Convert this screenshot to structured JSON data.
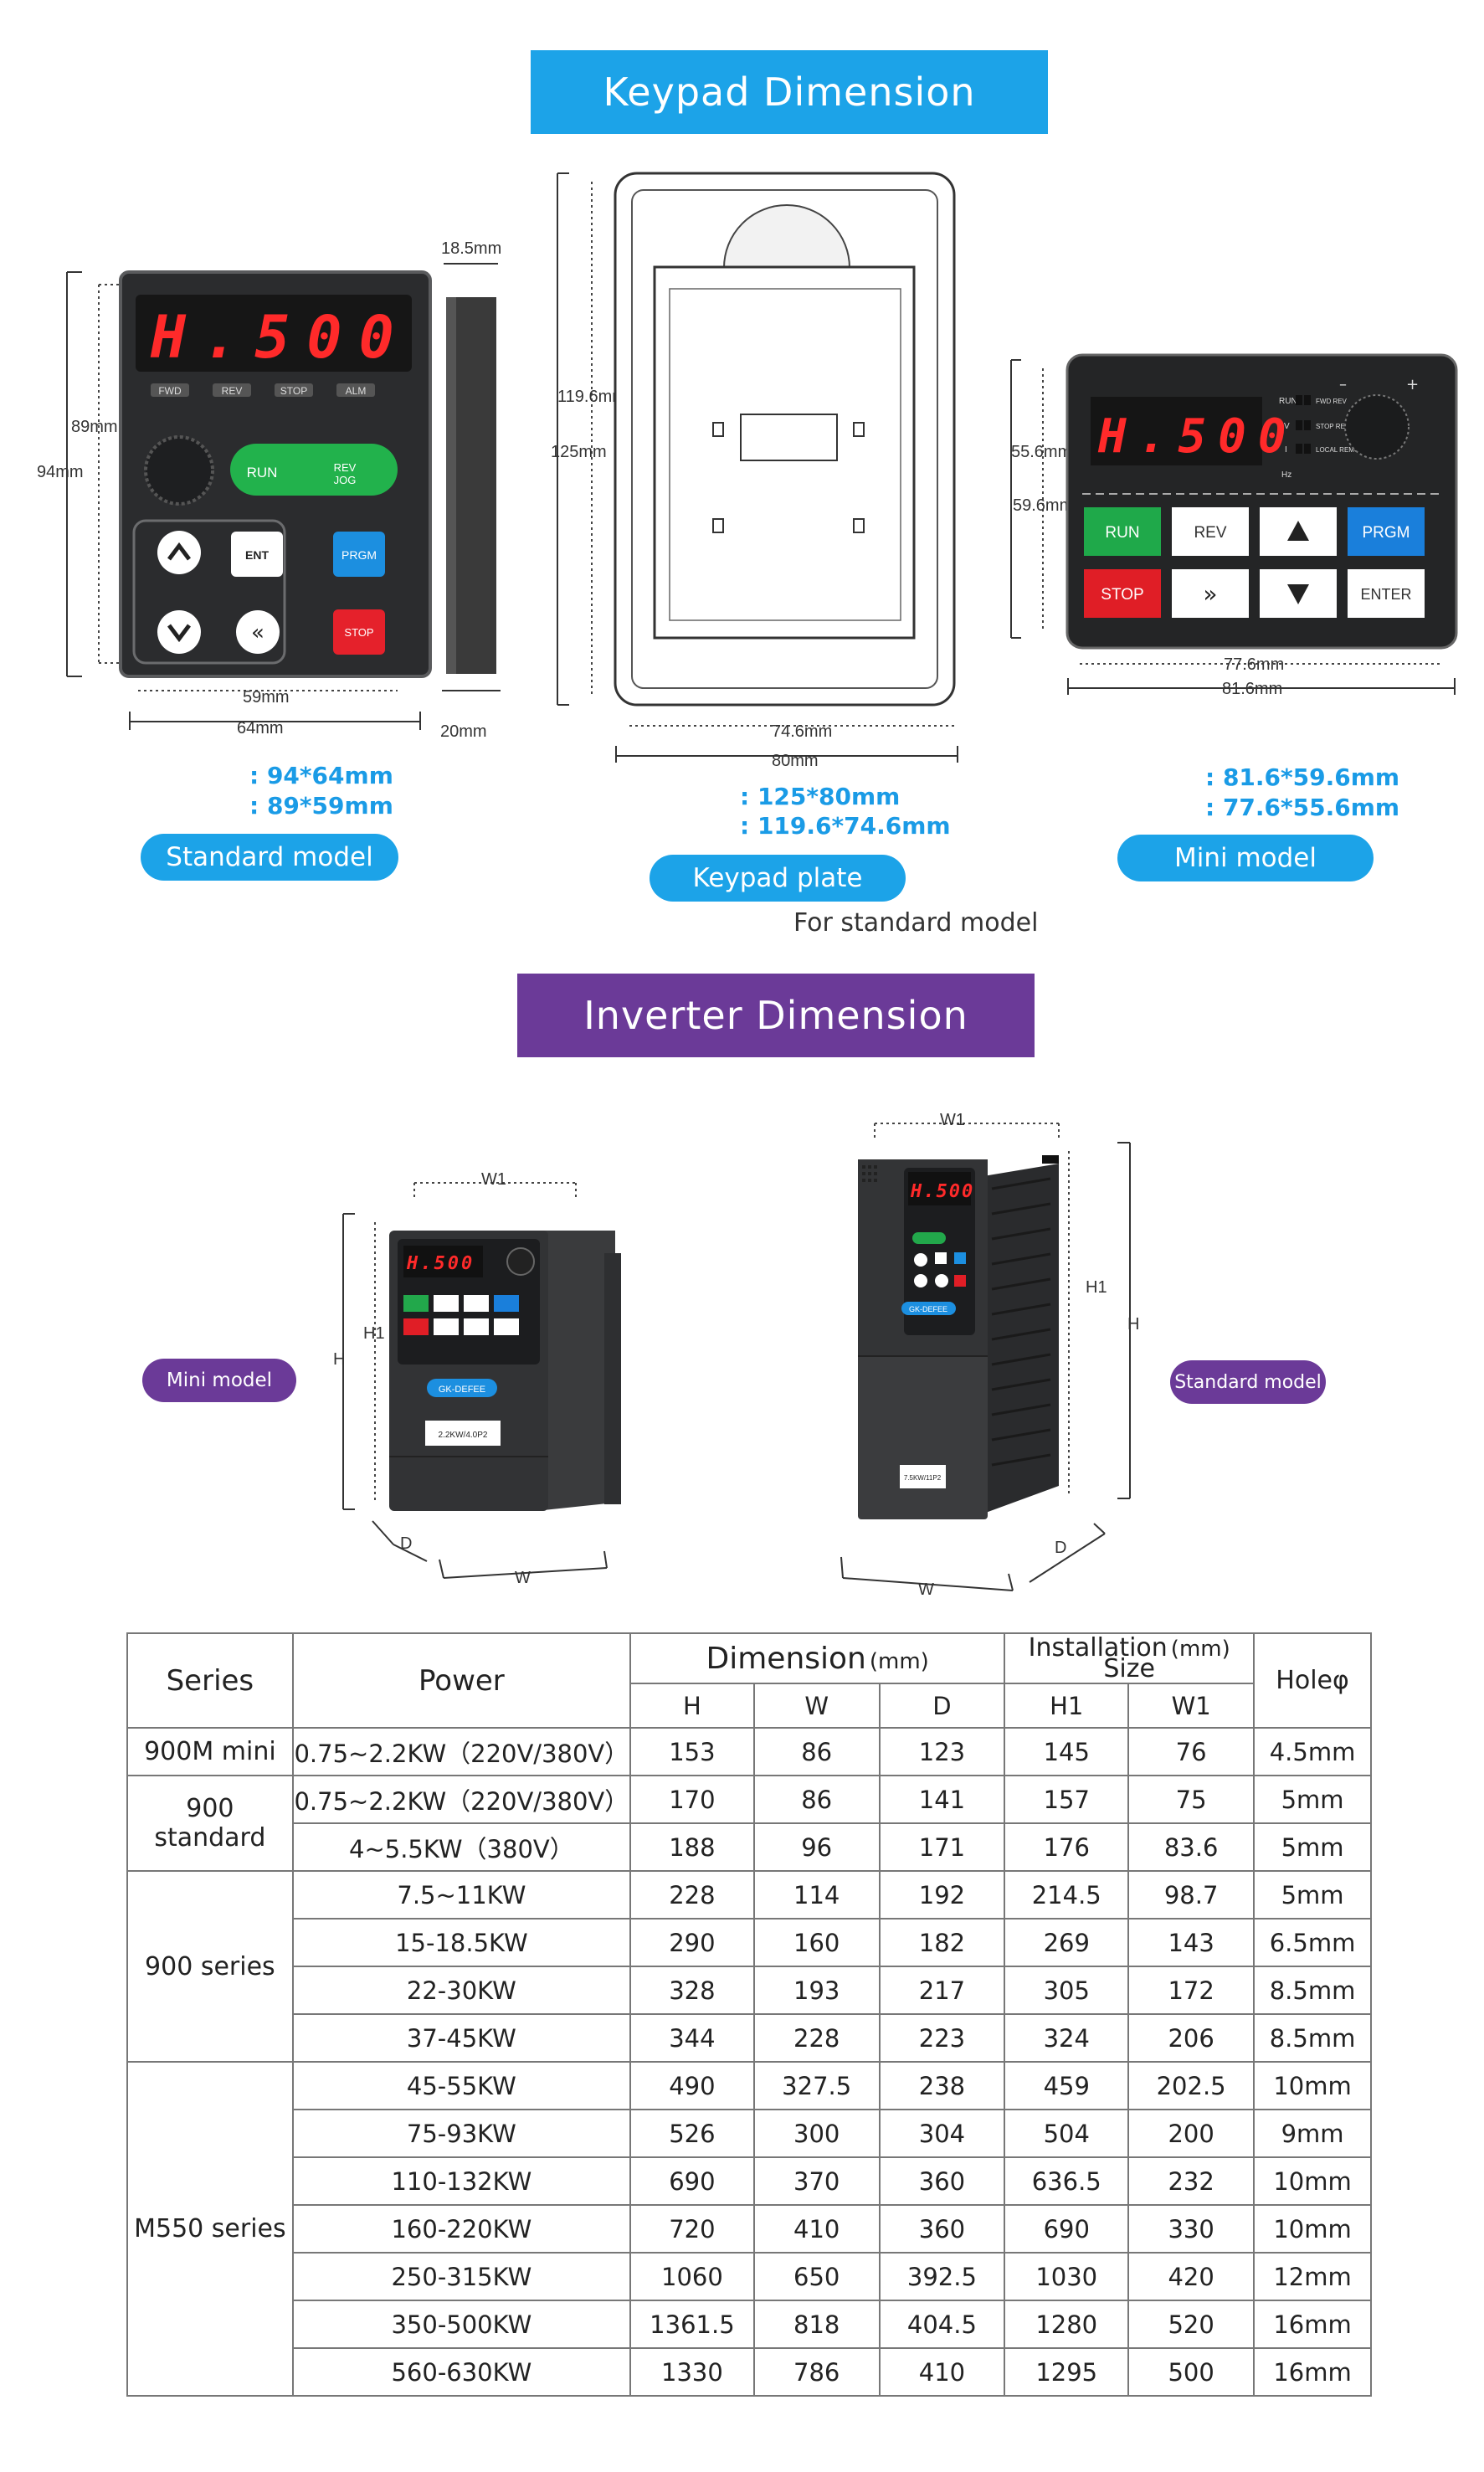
{
  "sections": {
    "keypad_title": "Keypad Dimension",
    "inverter_title": "Inverter Dimension"
  },
  "colors": {
    "keypad_banner": "#1ca3e8",
    "inverter_banner": "#6b3a98",
    "pill_blue": "#1ca3e8",
    "pill_purple": "#6b3a98",
    "spec_text": "#1a9be6"
  },
  "standard_keypad": {
    "display": "H.500",
    "indicators": [
      "FWD",
      "REV",
      "STOP",
      "ALM"
    ],
    "buttons": {
      "run": "RUN",
      "rev_jog": "REV JOG",
      "ent": "ENT",
      "prgm": "PRGM",
      "stop": "STOP"
    },
    "dims": {
      "height_outer": "94mm",
      "height_inner": "89mm",
      "width_inner": "59mm",
      "width_outer": "64mm",
      "depth_top": "18.5mm",
      "depth_bottom": "20mm"
    },
    "spec_lines": [
      ":  94*64mm",
      ":  89*59mm"
    ],
    "label": "Standard model"
  },
  "keypad_plate": {
    "dims": {
      "height_inner": "119.6mm",
      "height_outer": "125mm",
      "width_inner": "74.6mm",
      "width_outer": "80mm"
    },
    "spec_lines": [
      ":  125*80mm",
      ":  119.6*74.6mm"
    ],
    "label": "Keypad plate",
    "note": "For standard model"
  },
  "mini_keypad": {
    "display": "H.500",
    "indicators": [
      "RUN",
      "V",
      "I",
      "Hz"
    ],
    "status": [
      "FWD REV",
      "STOP REV",
      "LOCAL REMO"
    ],
    "buttons": {
      "run": "RUN",
      "rev": "REV",
      "prgm": "PRGM",
      "stop": "STOP",
      "enter": "ENTER"
    },
    "dims": {
      "height_inner": "55.6mm",
      "height_outer": "59.6mm",
      "width_inner": "77.6mm",
      "width_outer": "81.6mm"
    },
    "spec_lines": [
      ":  81.6*59.6mm",
      ":  77.6*55.6mm"
    ],
    "label": "Mini model"
  },
  "inverter": {
    "mini_label": "Mini model",
    "standard_label": "Standard model",
    "dim_labels": {
      "w1": "W1",
      "h1": "H1",
      "h": "H",
      "d": "D",
      "w": "W"
    },
    "brand": "GK-DEFEE",
    "mini_rating": "2.2KW/4.0P2",
    "standard_rating": "7.5KW/11P2"
  },
  "table": {
    "headers": {
      "series": "Series",
      "power": "Power",
      "dimension": "Dimension",
      "dimension_unit": "(mm)",
      "installation": "Installation",
      "installation_size": "Size",
      "installation_unit": "(mm)",
      "hole": "Holeφ",
      "sub": [
        "H",
        "W",
        "D",
        "H1",
        "W1"
      ]
    },
    "groups": [
      {
        "series": "900M mini",
        "rows": [
          {
            "power": "0.75~2.2KW（220V/380V）",
            "h": "153",
            "w": "86",
            "d": "123",
            "h1": "145",
            "w1": "76",
            "hole": "4.5mm"
          }
        ]
      },
      {
        "series": "900 standard",
        "rows": [
          {
            "power": "0.75~2.2KW（220V/380V）",
            "h": "170",
            "w": "86",
            "d": "141",
            "h1": "157",
            "w1": "75",
            "hole": "5mm"
          },
          {
            "power": "4~5.5KW（380V）",
            "h": "188",
            "w": "96",
            "d": "171",
            "h1": "176",
            "w1": "83.6",
            "hole": "5mm"
          }
        ]
      },
      {
        "series": "900 series",
        "rows": [
          {
            "power": "7.5~11KW",
            "h": "228",
            "w": "114",
            "d": "192",
            "h1": "214.5",
            "w1": "98.7",
            "hole": "5mm"
          },
          {
            "power": "15-18.5KW",
            "h": "290",
            "w": "160",
            "d": "182",
            "h1": "269",
            "w1": "143",
            "hole": "6.5mm"
          },
          {
            "power": "22-30KW",
            "h": "328",
            "w": "193",
            "d": "217",
            "h1": "305",
            "w1": "172",
            "hole": "8.5mm"
          },
          {
            "power": "37-45KW",
            "h": "344",
            "w": "228",
            "d": "223",
            "h1": "324",
            "w1": "206",
            "hole": "8.5mm"
          }
        ]
      },
      {
        "series": "M550 series",
        "rows": [
          {
            "power": "45-55KW",
            "h": "490",
            "w": "327.5",
            "d": "238",
            "h1": "459",
            "w1": "202.5",
            "hole": "10mm"
          },
          {
            "power": "75-93KW",
            "h": "526",
            "w": "300",
            "d": "304",
            "h1": "504",
            "w1": "200",
            "hole": "9mm"
          },
          {
            "power": "110-132KW",
            "h": "690",
            "w": "370",
            "d": "360",
            "h1": "636.5",
            "w1": "232",
            "hole": "10mm"
          },
          {
            "power": "160-220KW",
            "h": "720",
            "w": "410",
            "d": "360",
            "h1": "690",
            "w1": "330",
            "hole": "10mm"
          },
          {
            "power": "250-315KW",
            "h": "1060",
            "w": "650",
            "d": "392.5",
            "h1": "1030",
            "w1": "420",
            "hole": "12mm"
          },
          {
            "power": "350-500KW",
            "h": "1361.5",
            "w": "818",
            "d": "404.5",
            "h1": "1280",
            "w1": "520",
            "hole": "16mm"
          },
          {
            "power": "560-630KW",
            "h": "1330",
            "w": "786",
            "d": "410",
            "h1": "1295",
            "w1": "500",
            "hole": "16mm"
          }
        ]
      }
    ]
  }
}
